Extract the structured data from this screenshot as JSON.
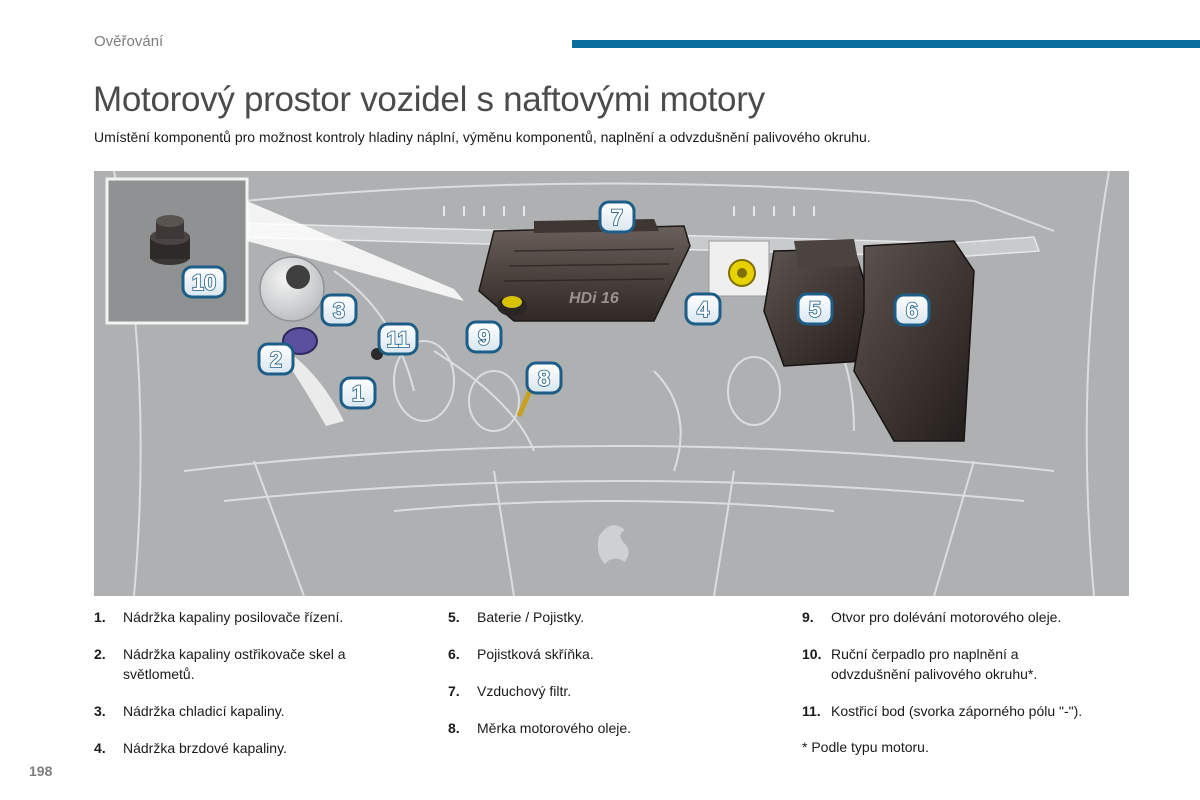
{
  "header": {
    "section_label": "Ověřování",
    "accent_color": "#0a6e9c"
  },
  "page": {
    "title": "Motorový prostor vozidel s naftovými motory",
    "intro": "Umístění komponentů pro možnost kontroly hladiny náplní, výměnu komponentů, naplnění a odvzdušnění palivového okruhu.",
    "page_number": "198"
  },
  "figure": {
    "engine_badge": "HDi 16",
    "markers": [
      "1",
      "2",
      "3",
      "4",
      "5",
      "6",
      "7",
      "8",
      "9",
      "10",
      "11"
    ],
    "marker_color": "#1d5e89"
  },
  "legend": {
    "col1": [
      {
        "num": "1.",
        "text": "Nádržka kapaliny posilovače řízení."
      },
      {
        "num": "2.",
        "text": "Nádržka kapaliny ostřikovače skel a světlometů."
      },
      {
        "num": "3.",
        "text": "Nádržka chladicí kapaliny."
      },
      {
        "num": "4.",
        "text": "Nádržka brzdové kapaliny."
      }
    ],
    "col2": [
      {
        "num": "5.",
        "text": "Baterie / Pojistky."
      },
      {
        "num": "6.",
        "text": "Pojistková skříňka."
      },
      {
        "num": "7.",
        "text": "Vzduchový filtr."
      },
      {
        "num": "8.",
        "text": "Měrka motorového oleje."
      }
    ],
    "col3": [
      {
        "num": "9.",
        "text": "Otvor pro dolévání motorového oleje."
      },
      {
        "num": "10.",
        "text": "Ruční čerpadlo pro naplnění a odvzdušnění palivového okruhu*."
      },
      {
        "num": "11.",
        "text": "Kostřicí bod (svorka záporného pólu \"-\")."
      }
    ],
    "footnote": "* Podle typu motoru."
  }
}
